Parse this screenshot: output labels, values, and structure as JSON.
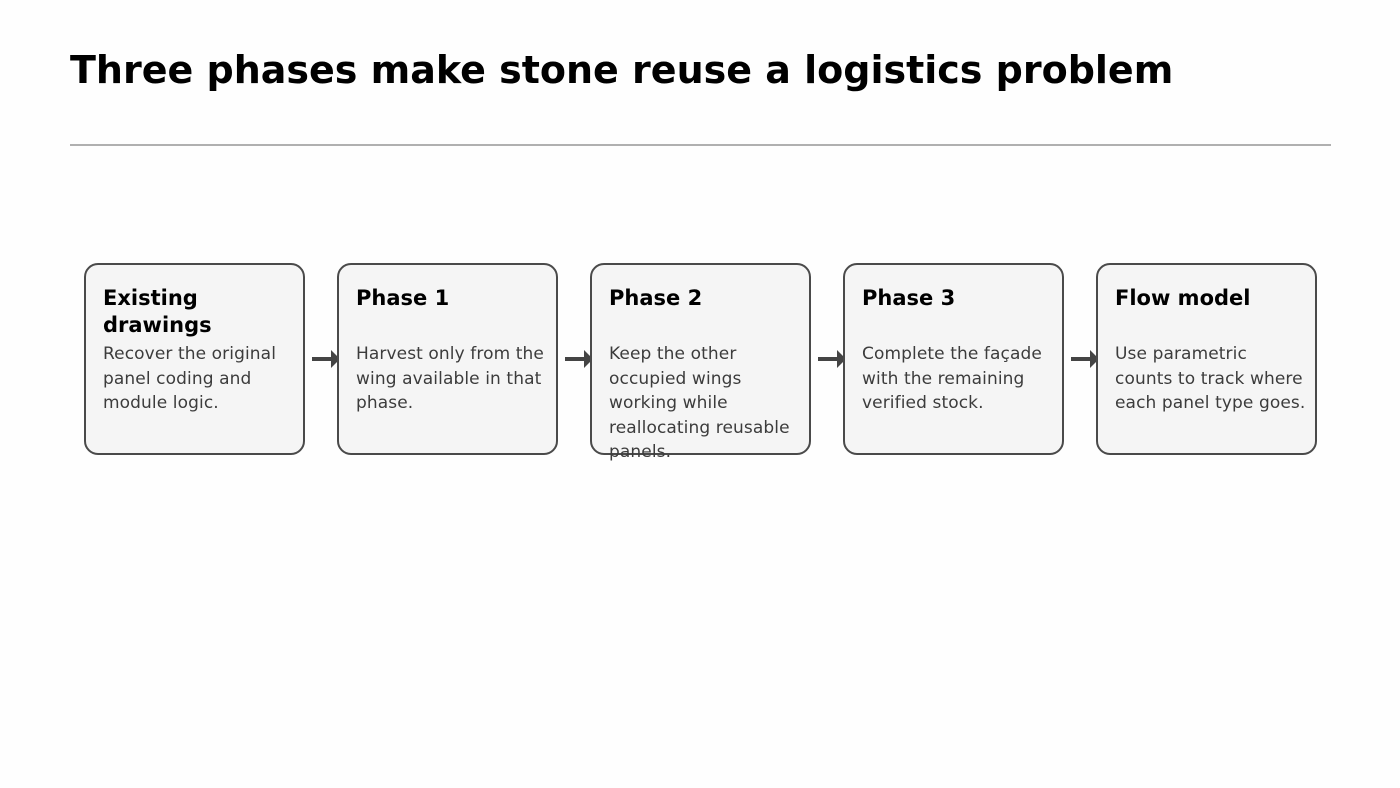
{
  "title": "Three phases make stone reuse a logistics problem",
  "steps": [
    {
      "title": "Existing drawings",
      "body": "Recover the original panel coding and module logic."
    },
    {
      "title": "Phase 1",
      "body": "Harvest only from the wing available in that phase."
    },
    {
      "title": "Phase 2",
      "body": "Keep the other occupied wings working while reallocating reusable panels."
    },
    {
      "title": "Phase 3",
      "body": "Complete the façade with the remaining verified stock."
    },
    {
      "title": "Flow model",
      "body": "Use parametric counts to track where each panel type goes."
    }
  ],
  "colors": {
    "box_border": "#4a4a4a",
    "box_fill": "#f5f5f5",
    "arrow": "#444444",
    "rule": "#b0b0b0"
  },
  "icons": {
    "connector": "arrow-right-icon"
  }
}
